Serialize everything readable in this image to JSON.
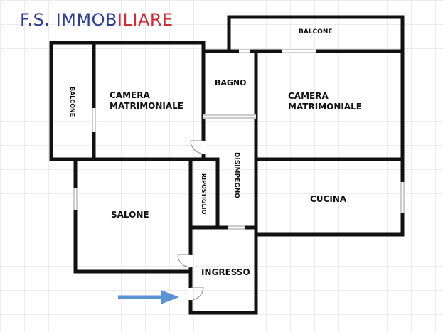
{
  "logo": {
    "part1": "F.S. IMMOB",
    "part2": "ILIARE",
    "color1": "#2d3e8c",
    "color2": "#c9303a"
  },
  "rooms": {
    "balcone_top": "BALCONE",
    "balcone_left": "BALCONE",
    "camera_left_1": "CAMERA",
    "camera_left_2": "MATRIMONIALE",
    "bagno": "BAGNO",
    "camera_right_1": "CAMERA",
    "camera_right_2": "MATRIMONIALE",
    "disimpegno": "DISIMPEGNO",
    "ripostiglio": "RIPOSTIGLIO",
    "salone": "SALONE",
    "cucina": "CUCINA",
    "ingresso": "INGRESSO"
  },
  "colors": {
    "wall": "#111111",
    "arrow": "#5b93d3"
  }
}
